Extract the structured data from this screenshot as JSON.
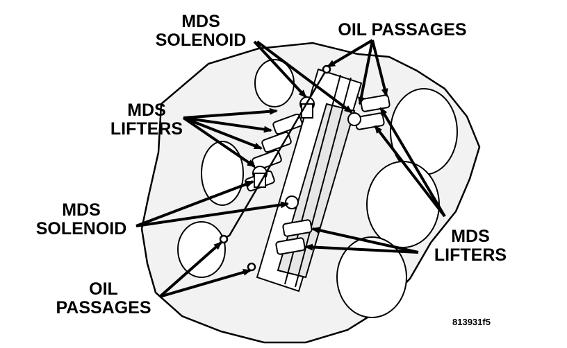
{
  "labels": {
    "mds_solenoid_top": [
      "MDS",
      "SOLENOID"
    ],
    "oil_passages_top": "OIL PASSAGES",
    "mds_lifters_left": [
      "MDS",
      "LIFTERS"
    ],
    "mds_solenoid_left": [
      "MDS",
      "SOLENOID"
    ],
    "mds_lifters_right": [
      "MDS",
      "LIFTERS"
    ],
    "oil_passages_bottom": [
      "OIL",
      "PASSAGES"
    ]
  },
  "figure_id": "813931f5",
  "colors": {
    "ink": "#000000",
    "background": "#ffffff",
    "engine_fill": "#f2f2f2"
  }
}
